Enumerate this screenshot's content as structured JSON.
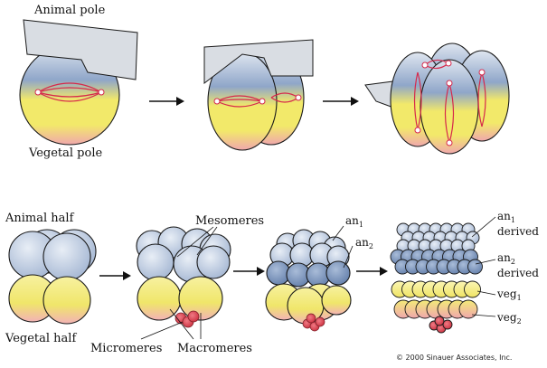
{
  "labels": {
    "animal_pole": "Animal pole",
    "vegetal_pole": "Vegetal pole",
    "animal_half": "Animal half",
    "vegetal_half": "Vegetal half",
    "mesomeres": "Mesomeres",
    "micromeres": "Micromeres",
    "macromeres": "Macromeres",
    "an1": "an",
    "an1_sub": "1",
    "an2": "an",
    "an2_sub": "2",
    "an1_derived_a": "an",
    "an1_derived_sub": "1",
    "an1_derived_b": "derived",
    "an2_derived_a": "an",
    "an2_derived_sub": "2",
    "an2_derived_b": "derived",
    "veg1": "veg",
    "veg1_sub": "1",
    "veg2": "veg",
    "veg2_sub": "2",
    "copyright": "© 2000 Sinauer Associates, Inc."
  },
  "colors": {
    "blue": "#8fa6c9",
    "light_blue": "#c9d4e6",
    "yellow": "#f2e96a",
    "pink": "#f0a7ad",
    "red": "#d93a47",
    "plane": "#d9dde3"
  }
}
